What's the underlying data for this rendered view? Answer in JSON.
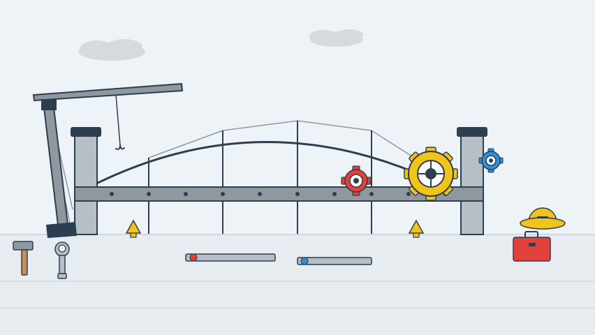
{
  "scene": {
    "colors": {
      "sky": "#eef3f7",
      "ground": "#e7ecf0",
      "cloud": "#d6dadd",
      "steel": "#8f989f",
      "pillar": "#b6bfc6",
      "outline": "#2c3e50",
      "cap": "#2c3e50",
      "cable": "#7d8a94",
      "gear_yellow": "#f2c318",
      "gear_red": "#e2403a",
      "gear_blue": "#2f8fd8",
      "helmet": "#f2c318",
      "toolbox": "#e2403a",
      "hammer_handle": "#c98d4f",
      "cone": "#f2c318"
    },
    "objects": [
      "crane",
      "crane-hook",
      "bridge-pillar-left",
      "bridge-pillar-right",
      "bridge-deck",
      "bridge-arch",
      "suspension-cables",
      "cloud-left",
      "cloud-right",
      "gear-large-yellow",
      "gear-red",
      "gear-blue",
      "cone-left",
      "cone-right",
      "steel-beam-red-handle",
      "steel-beam-blue-handle",
      "hammer",
      "wrench",
      "hard-hat",
      "toolbox"
    ]
  }
}
